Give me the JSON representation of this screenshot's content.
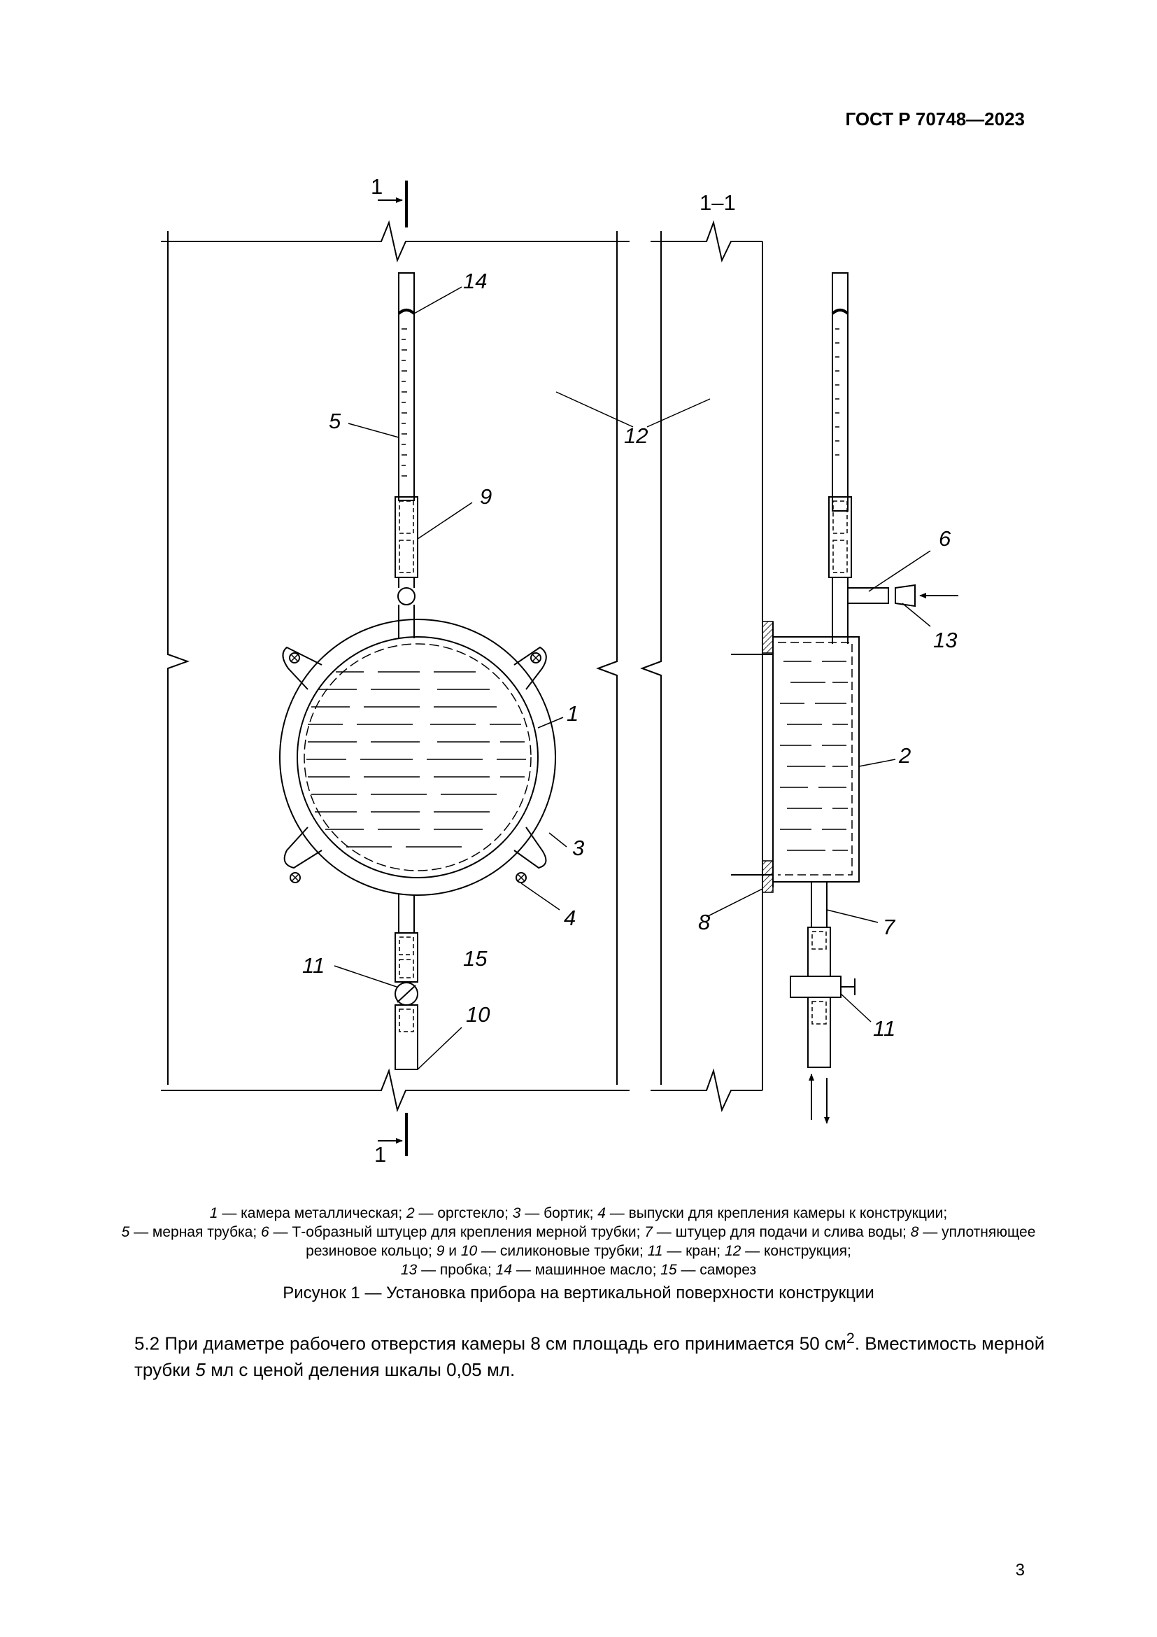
{
  "header": {
    "doc_id": "ГОСТ Р 70748—2023"
  },
  "figure": {
    "section_mark": "1",
    "section_view_title": "1–1",
    "labels": {
      "l1": "1",
      "l2": "2",
      "l3": "3",
      "l4": "4",
      "l5": "5",
      "l6": "6",
      "l7": "7",
      "l8": "8",
      "l9": "9",
      "l10": "10",
      "l11_left": "11",
      "l11_right": "11",
      "l12": "12",
      "l13": "13",
      "l14": "14",
      "l15": "15"
    }
  },
  "legend": {
    "n1": "1",
    "t1": " — камера металлическая; ",
    "n2": "2",
    "t2": " — оргстекло; ",
    "n3": "3",
    "t3": " — бортик; ",
    "n4": "4",
    "t4": " — выпуски для крепления камеры к конструкции;",
    "n5": "5",
    "t5": " — мерная трубка; ",
    "n6": "6",
    "t6": " — Т-образный штуцер для крепления мерной трубки; ",
    "n7": "7",
    "t7": " — штуцер для подачи и слива воды; ",
    "n8": "8",
    "t8": " — уплотняющее резиновое кольцо; ",
    "n9": "9",
    "t9a": " и ",
    "n10": "10",
    "t10": " — силиконовые трубки; ",
    "n11": "11",
    "t11": " — кран; ",
    "n12": "12",
    "t12": " — конструкция;",
    "n13": "13",
    "t13": " — пробка; ",
    "n14": "14",
    "t14": " — машинное масло; ",
    "n15": "15",
    "t15": " — саморез"
  },
  "figure_caption": "Рисунок 1 — Установка прибора на вертикальной поверхности конструкции",
  "paragraph": {
    "p1": "5.2 При диаметре рабочего отверстия камеры 8 см площадь его принимается 50 см",
    "sup": "2",
    "p2": ". Вместимость мерной трубки ",
    "n5": "5",
    "p3": " мл с ценой деления шкалы 0,05 мл."
  },
  "page_number": "3"
}
